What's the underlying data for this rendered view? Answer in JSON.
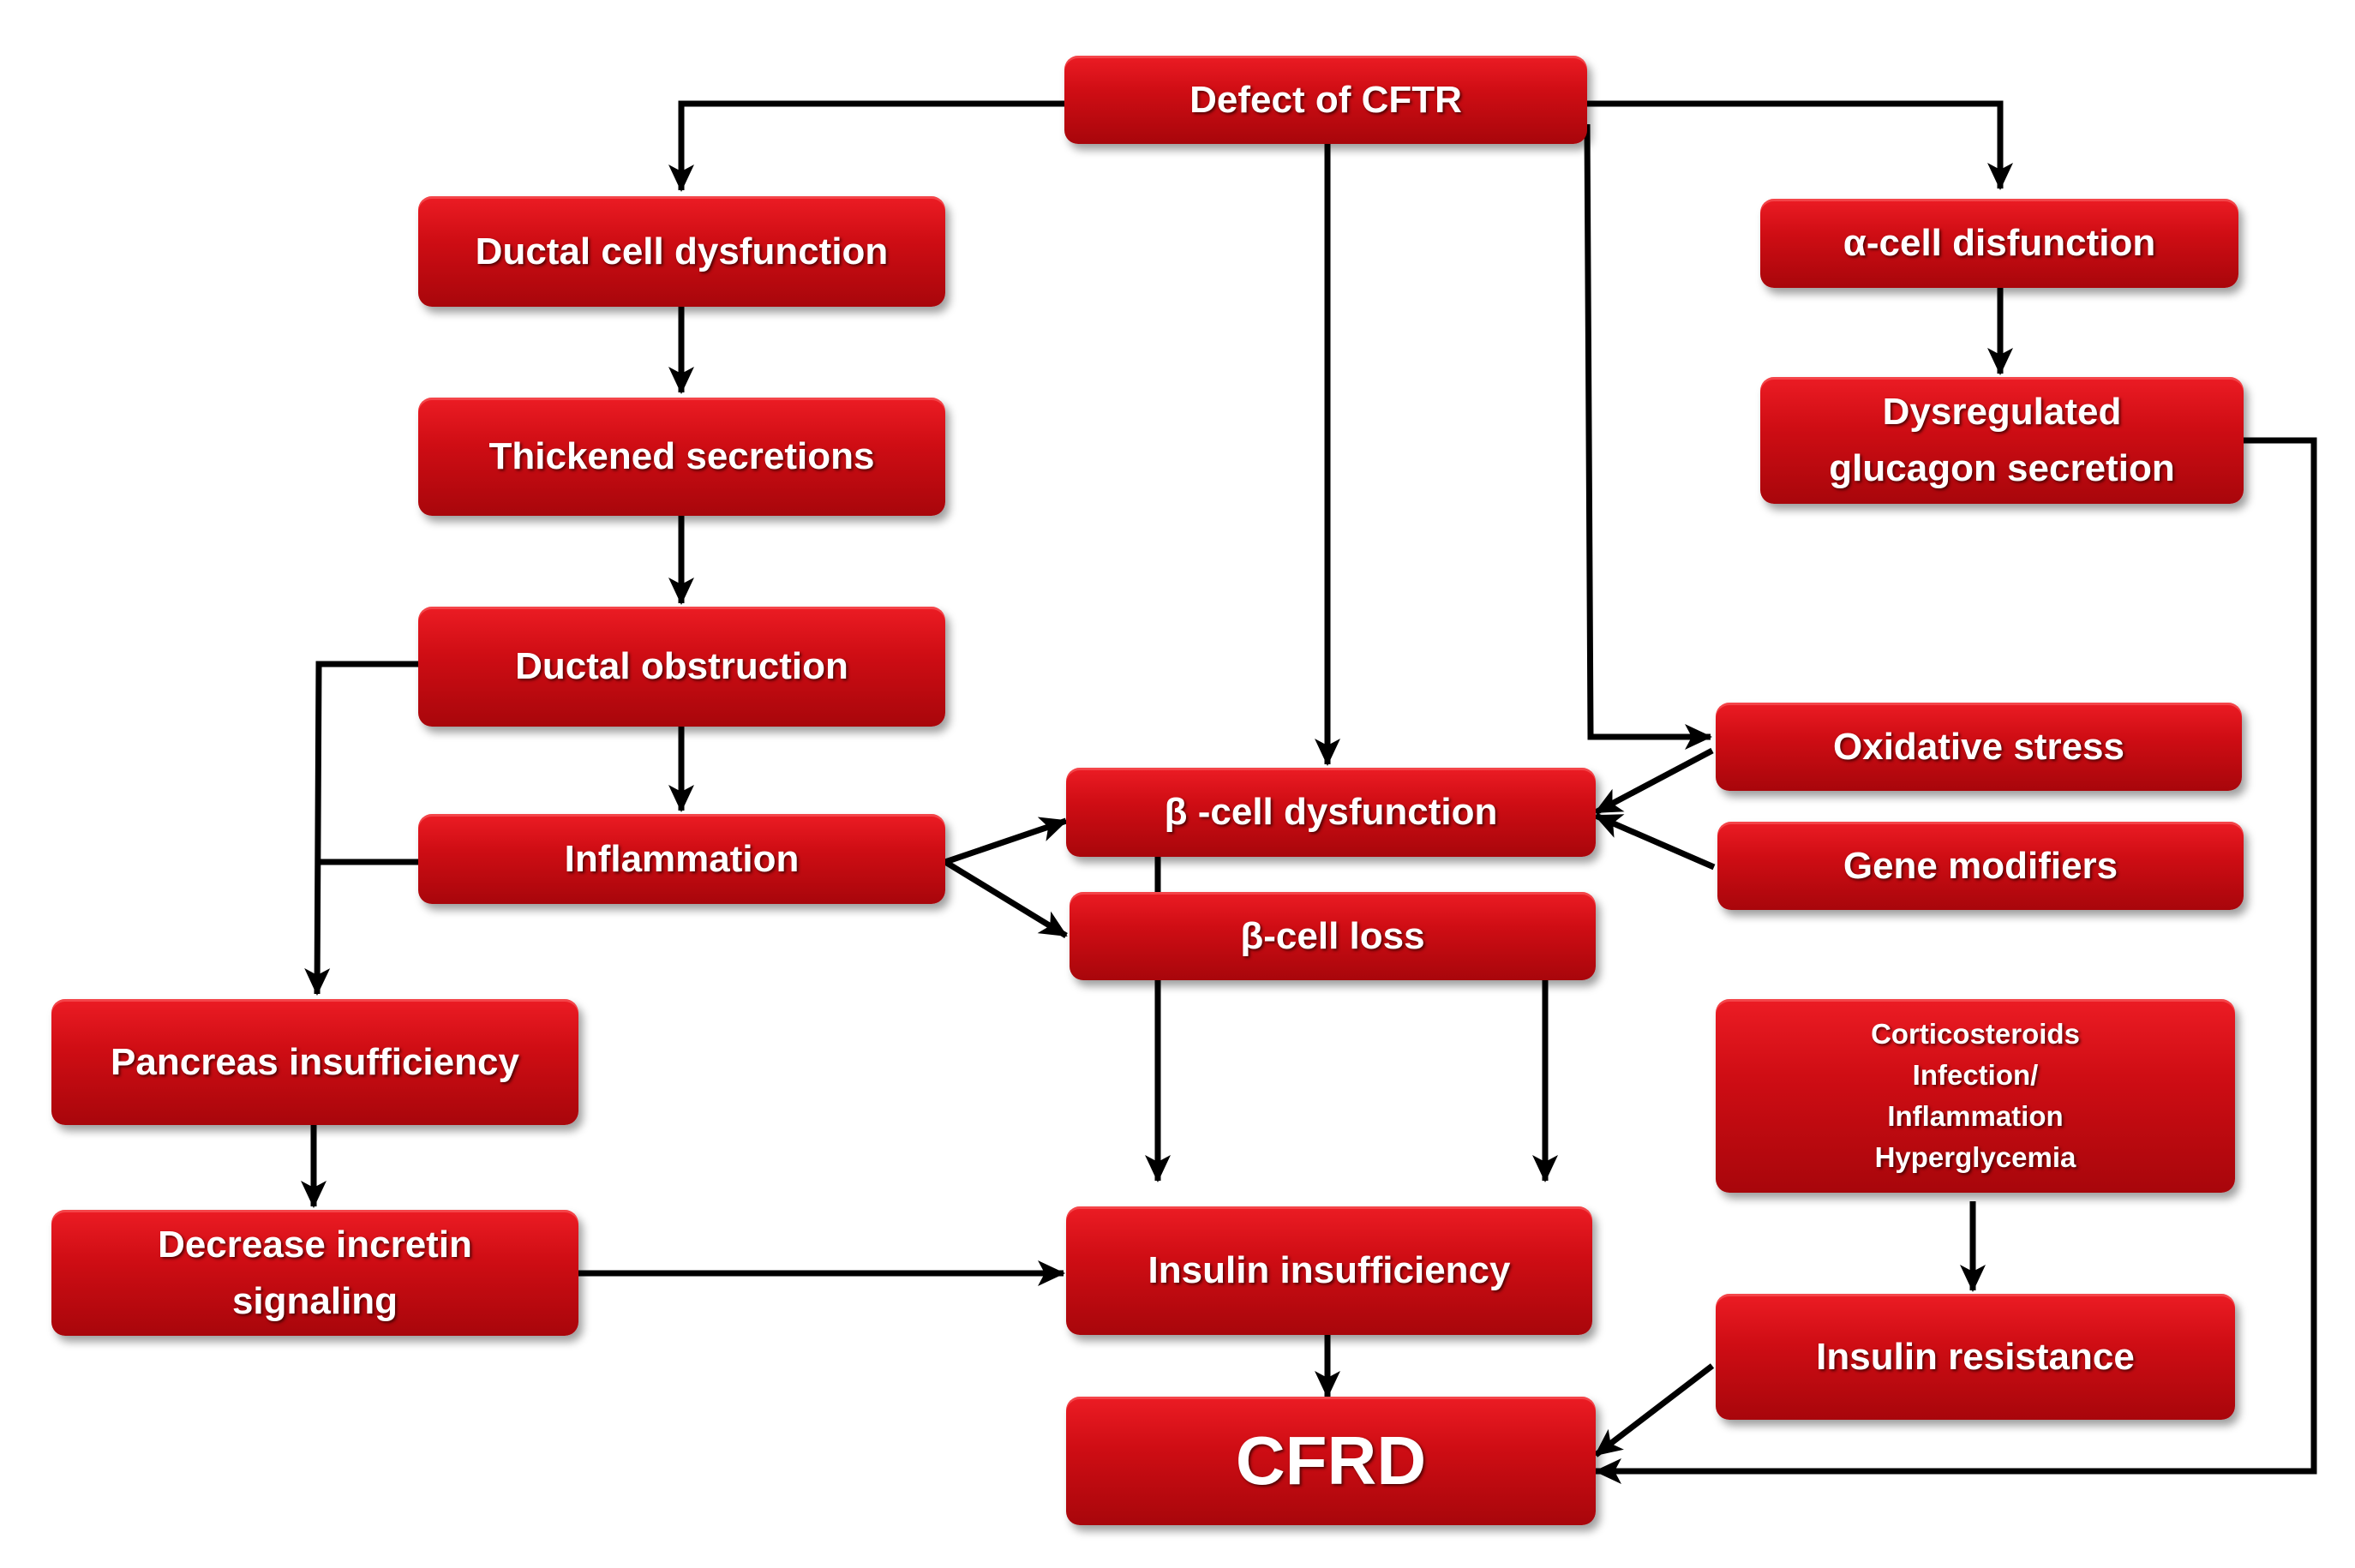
{
  "nodes": {
    "defect_cftr": "Defect of CFTR",
    "ductal_dysfunction": "Ductal  cell dysfunction",
    "thickened_secretions": "Thickened  secretions",
    "ductal_obstruction": "Ductal  obstruction",
    "inflammation": "Inflammation",
    "pancreas_insufficiency": "Pancreas insufficiency",
    "decrease_incretin": "Decrease incretin\nsignaling",
    "beta_dysfunction": "β -cell dysfunction",
    "beta_loss": "β-cell loss",
    "insulin_insufficiency": "Insulin  insufficiency",
    "cfrd": "CFRD",
    "alpha_dysfunction": "α-cell disfunction",
    "dysregulated_glucagon": "Dysregulated\nglucagon secretion",
    "oxidative_stress": "Oxidative stress",
    "gene_modifiers": "Gene modifiers",
    "risk_factors": "Corticosteroids\nInfection/\nInflammation\nHyperglycemia",
    "insulin_resistance": "Insulin  resistance"
  },
  "colors": {
    "box_top": "#ec1c24",
    "box_bottom": "#a8060b",
    "text": "#ffffff",
    "connector": "#000000"
  }
}
